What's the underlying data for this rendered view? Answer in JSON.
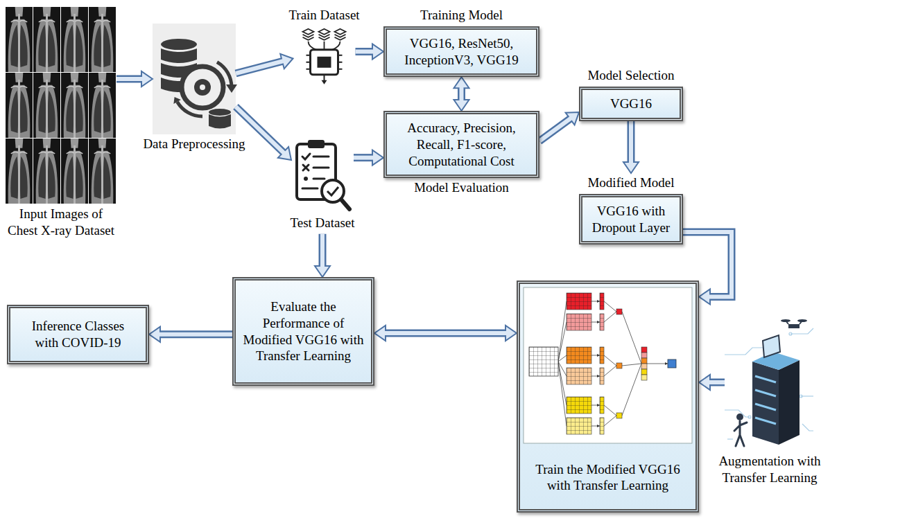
{
  "diagram": {
    "nodes": [
      {
        "text": [
          "Input Images of Chest X-ray Dataset"
        ]
      },
      {
        "text": [
          "Data Preprocessing"
        ]
      },
      {
        "text": [
          "Train Dataset"
        ]
      },
      {
        "text": [
          "Test Dataset"
        ]
      },
      {
        "text": [
          "Training Model",
          "VGG16, ResNet50, InceptionV3, VGG19"
        ]
      },
      {
        "text": [
          "Accuracy, Precision, Recall, F1-score, Computational Cost",
          "Model Evaluation"
        ]
      },
      {
        "text": [
          "Model Selection",
          "VGG16"
        ]
      },
      {
        "text": [
          "Modified Model",
          "VGG16 with Dropout Layer"
        ]
      },
      {
        "text": [
          "Augmentation with Transfer Learning"
        ]
      },
      {
        "text": [
          "Train the Modified VGG16 with Transfer Learning"
        ]
      },
      {
        "text": [
          "Evaluate the Performance of Modified VGG16 with Transfer Learning"
        ]
      },
      {
        "text": [
          "Inference Classes with COVID-19"
        ]
      }
    ],
    "edges": [
      {
        "from": 0,
        "to": 1,
        "arrow": "to"
      },
      {
        "from": 1,
        "to": 2,
        "arrow": "to"
      },
      {
        "from": 1,
        "to": 3,
        "arrow": "to"
      },
      {
        "from": 2,
        "to": 4,
        "arrow": "to"
      },
      {
        "from": 3,
        "to": 5,
        "arrow": "to"
      },
      {
        "from": 4,
        "to": 5,
        "arrow": "both"
      },
      {
        "from": 5,
        "to": 6,
        "arrow": "to"
      },
      {
        "from": 6,
        "to": 7,
        "arrow": "to"
      },
      {
        "from": 7,
        "to": 9,
        "arrow": "to"
      },
      {
        "from": 8,
        "to": 9,
        "arrow": "to"
      },
      {
        "from": 3,
        "to": 10,
        "arrow": "to"
      },
      {
        "from": 9,
        "to": 10,
        "arrow": "both"
      },
      {
        "from": 10,
        "to": 11,
        "arrow": "to"
      }
    ]
  }
}
